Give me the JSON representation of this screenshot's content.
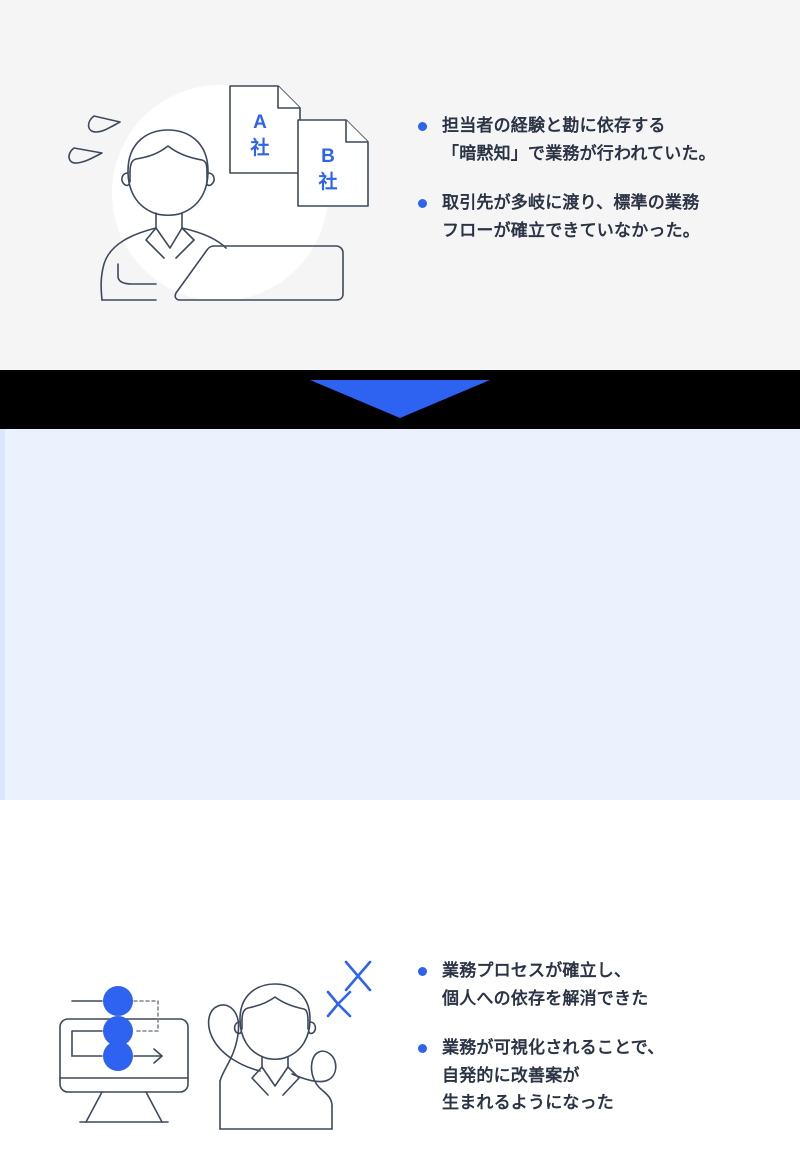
{
  "theme": {
    "accent_blue": "#2d63f0",
    "text_navy": "#2b3445",
    "line_navy": "#3d4a5c",
    "top_bg": "#f5f5f5",
    "bottom_bg": "#eaf2fe",
    "band_black": "#000000",
    "circle_white": "#ffffff"
  },
  "top_panel": {
    "illustration": {
      "name": "worker-overwhelmed-with-documents",
      "cards": [
        {
          "label_line1": "A",
          "label_line2": "社"
        },
        {
          "label_line1": "B",
          "label_line2": "社"
        }
      ]
    },
    "bullets": [
      {
        "lines": [
          "担当者の経験と勘に依存する",
          "「暗黙知」で業務が行われていた。"
        ]
      },
      {
        "lines": [
          "取引先が多岐に渡り、標準の業務",
          "フローが確立できていなかった。"
        ]
      }
    ]
  },
  "divider": {
    "arrow_name": "down-arrow-icon",
    "arrow_color": "#2d63f0",
    "band_color": "#000000"
  },
  "bottom_panel": {
    "illustration": {
      "name": "monitor-workflow-and-celebrating-worker",
      "flow_nodes": 3
    },
    "bullets": [
      {
        "lines": [
          "業務プロセスが確立し、",
          "個人への依存を解消できた"
        ]
      },
      {
        "lines": [
          "業務が可視化されることで、",
          "自発的に改善案が",
          "生まれるようになった"
        ]
      }
    ]
  }
}
